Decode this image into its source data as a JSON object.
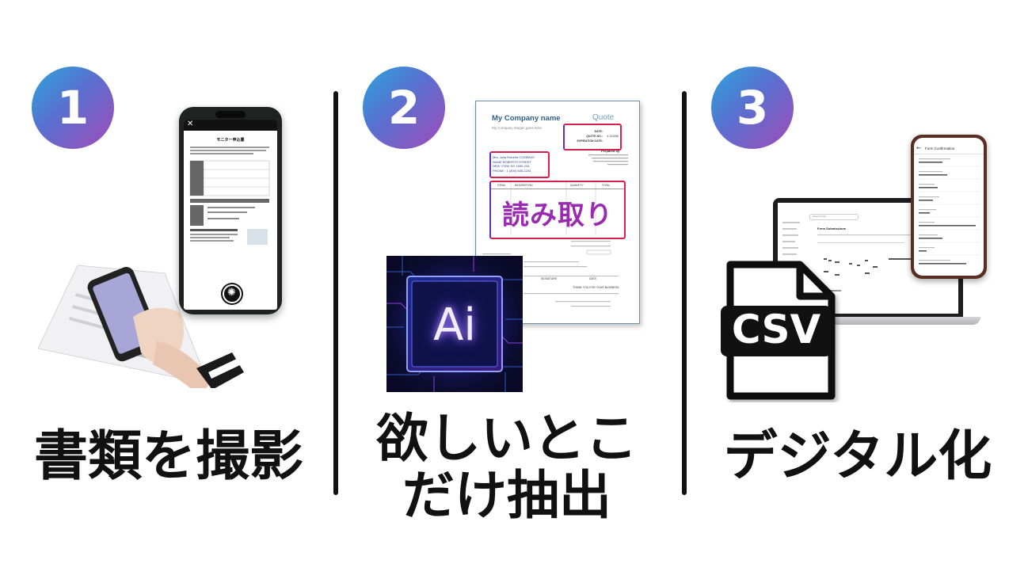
{
  "steps": [
    {
      "number": "1",
      "caption": "書類を撮影"
    },
    {
      "number": "2",
      "caption_line1": "欲しいとこ",
      "caption_line2": "だけ抽出"
    },
    {
      "number": "3",
      "caption": "デジタル化"
    }
  ],
  "phone_doc": {
    "title": "モニター申込書"
  },
  "quote": {
    "company": "My Company name",
    "slogan": "My Company Slogan goes here",
    "heading": "Quote",
    "date_label": "DATE:",
    "quote_no_label": "QUOTE NO.:",
    "quote_no_value": "# 123456",
    "expiration_label": "EXPIRATION DATE:",
    "prepared_by": "Prepared by",
    "client_lines": [
      "Mrs. Julia Roberts COMPANY",
      "NAME ROBERTS STREET",
      "NEW YORK NY 1000-234",
      "PHONE : 1 (800) 606-1234"
    ],
    "columns": [
      "ITEM#",
      "DESCRIPTION",
      "QUANTITY",
      "TOTAL"
    ],
    "stamp": "読み取り",
    "signature_label": "SIGNATURE",
    "date_footer": "DATE",
    "thanks": "THANK YOU FOR YOUR BUSINESS"
  },
  "ai_chip": {
    "label": "Ai"
  },
  "csv_icon": {
    "label": "CSV"
  },
  "laptop": {
    "search": "Search Apps",
    "heading": "Form Submissions"
  },
  "mobile_form": {
    "title": "Form Confirmation"
  },
  "colors": {
    "badge_start": "#2aa6dc",
    "badge_end": "#a24bb8",
    "stamp_border": "#d8204a",
    "stamp_text": "#9a2bb0",
    "chip_glow": "#5a6cff"
  }
}
